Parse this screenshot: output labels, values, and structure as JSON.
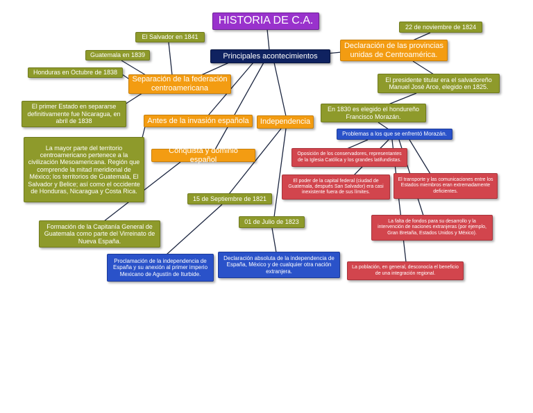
{
  "diagram": {
    "title": "HISTORIA DE C.A.",
    "main": "Principales acontecimientos",
    "nodes": {
      "separacion": "Separación de la federación centroamericana",
      "salvador": "El Salvador en 1841",
      "guatemala": "Guatemala en 1839",
      "honduras": "Honduras en Octubre de 1838",
      "nicaragua": "El primer Estado en separarse definitivamente fue Nicaragua, en abril de 1838",
      "antes": "Antes de la invasión española",
      "territorio": "La mayor parte del territorio centroamericano pertenece a la civilización Mesoamericana. Región que comprende la mitad meridional de México; los territorios de Guatemala, El Salvador y Belice; así como el occidente de Honduras, Nicaragua y Costa Rica.",
      "conquista": "Conquista y dominio español",
      "capitania": "Formación de la Capitanía General de Guatemala como parte del Virreinato de Nueva España.",
      "independencia": "Independencia",
      "sept1821": "15 de Septiembre de 1821",
      "proclamacion": "Proclamación de la independencia de España y su anexión al primer imperio Mexicano de Agustín de Iturbide.",
      "julio1823": "01 de Julio de 1823",
      "declaracion_absoluta": "Declaración absoluta de la independencia de España, México y de cualquier otra nación extranjera.",
      "declaracion_provincias": "Declaración de las provincias unidas de Centroamérica.",
      "nov1824": "22 de noviembre de 1824",
      "presidente": "El presidente titular era el salvadoreño Manuel José Arce, elegido en 1825.",
      "morazan1830": "En 1830 es elegido el hondureño Francisco Morazán.",
      "problemas": "Problemas a los que se enfrentó Morazán.",
      "oposicion": "Oposición de los conservadores, representantes de la Iglesia Católica y los grandes latifundistas.",
      "poder": "El poder de la capital federal (ciudad de Guatemala, después San Salvador) era casi inexistente fuera de sus límites.",
      "transporte": "El transporte y las comunicaciones entre los Estados miembros eran extremadamente deficientes.",
      "fondos": "La falta de fondos para su desarrollo y la intervención de naciones extranjeras (por ejemplo, Gran Bretaña, Estados Unidos y México).",
      "poblacion": "La población, en general, desconocía el beneficio de una integración regional."
    }
  },
  "colors": {
    "olive": "#8e9a2b",
    "orange": "#f39c12",
    "blue": "#2a52c9",
    "red": "#d2454d",
    "purple": "#9932cc",
    "navy": "#0f2260",
    "link": "#1c2640"
  }
}
